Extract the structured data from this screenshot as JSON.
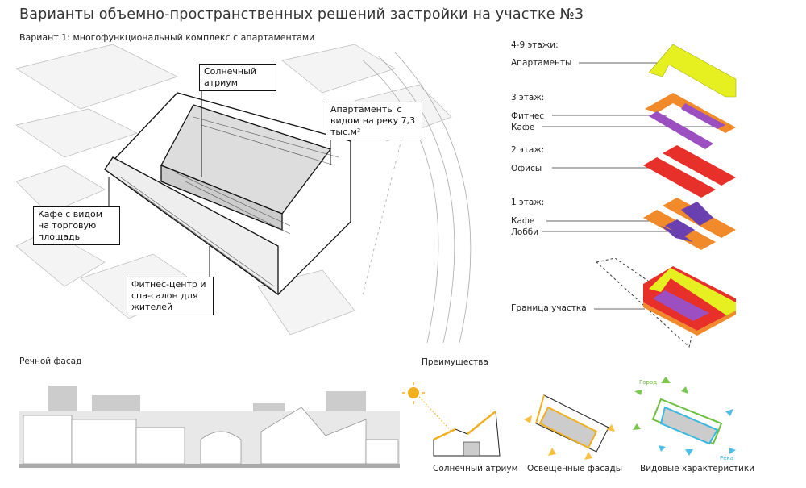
{
  "title": "Варианты объемно-пространственных решений застройки на участке №3",
  "subtitle": "Вариант 1: многофункциональный комплекс с апартаментами",
  "callouts": {
    "atrium": "Солнечный атриум",
    "apartments": "Апартаменты с видом на реку 7,3 тыс.м²",
    "cafe": "Кафе с видом на торговую площадь",
    "fitness": "Фитнес-центр и спа-салон для жителей"
  },
  "floors": [
    {
      "heading": "4-9 этажи:",
      "items": [
        "Апартаменты"
      ]
    },
    {
      "heading": "3 этаж:",
      "items": [
        "Фитнес",
        "Кафе"
      ]
    },
    {
      "heading": "2 этаж:",
      "items": [
        "Офисы"
      ]
    },
    {
      "heading": "1 этаж:",
      "items": [
        "Кафе",
        "Лобби"
      ]
    }
  ],
  "site_boundary": "Граница участка",
  "river_facade": "Речной фасад",
  "advantages": {
    "heading": "Преимущества",
    "items": [
      "Солнечный атриум",
      "Освещенные фасады",
      "Видовые характеристики"
    ],
    "city_label": "Город",
    "river_label": "Река"
  },
  "colors": {
    "apartments": "#e8f020",
    "fitness": "#9b4fc0",
    "cafe": "#f08a2a",
    "offices": "#e8302a",
    "lobby": "#6a3fb0",
    "sun": "#f0b020",
    "city": "#6cbf3c",
    "river": "#3ab8e0"
  }
}
